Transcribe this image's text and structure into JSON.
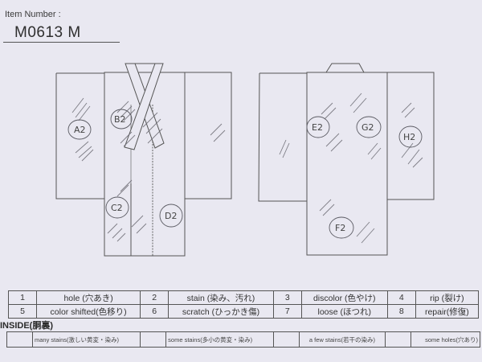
{
  "header": {
    "item_number_label": "Item Number :",
    "item_number_value": "M0613   M"
  },
  "front_view": {
    "stain_marks": [
      {
        "id": "A",
        "label": "A2"
      },
      {
        "id": "B",
        "label": "B2"
      },
      {
        "id": "C",
        "label": "C2"
      },
      {
        "id": "D",
        "label": "D2"
      }
    ]
  },
  "back_view": {
    "stain_marks": [
      {
        "id": "E",
        "label": "E2"
      },
      {
        "id": "G",
        "label": "G2"
      },
      {
        "id": "H",
        "label": "H2"
      },
      {
        "id": "F",
        "label": "F2"
      }
    ]
  },
  "legend": {
    "rows": [
      [
        {
          "num": "1",
          "text": "hole (穴あき)"
        },
        {
          "num": "2",
          "text": "stain (染み、汚れ)"
        },
        {
          "num": "3",
          "text": "discolor (色やけ)"
        },
        {
          "num": "4",
          "text": "rip (裂け)"
        }
      ],
      [
        {
          "num": "5",
          "text": "color shifted(色移り)"
        },
        {
          "num": "6",
          "text": "scratch (ひっかき傷)"
        },
        {
          "num": "7",
          "text": "loose (ほつれ)"
        },
        {
          "num": "8",
          "text": "repair(修復)"
        }
      ]
    ]
  },
  "inside": {
    "title": "INSIDE(胴裏)",
    "options": [
      {
        "checked": false,
        "text": "many stains(激しい黄変・染み)"
      },
      {
        "checked": false,
        "text": "some stains(多小の黄変・染み)"
      },
      {
        "checked": false,
        "text": "a few stains(若干の染み)"
      },
      {
        "checked": false,
        "text": "some holes(穴あり)"
      }
    ]
  },
  "colors": {
    "paper": "#e9e8f1",
    "line": "#555555",
    "pencil": "#6a6a72"
  }
}
